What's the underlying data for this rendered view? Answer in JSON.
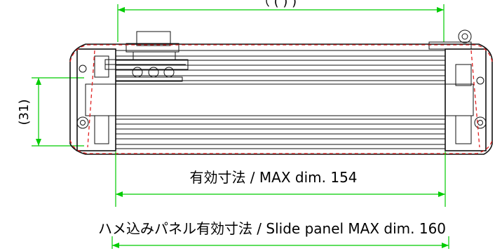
{
  "dimensions": {
    "top_partial_label": "（ ( ) )",
    "height_label": "(31)",
    "effective_label": "有効寸法 / MAX dim. 154",
    "slide_panel_label": "ハメ込みパネル有効寸法 / Slide panel MAX dim. 160"
  },
  "colors": {
    "dimension_lines": "#00cc00",
    "hidden_lines": "#e02020",
    "outline": "#111111"
  }
}
